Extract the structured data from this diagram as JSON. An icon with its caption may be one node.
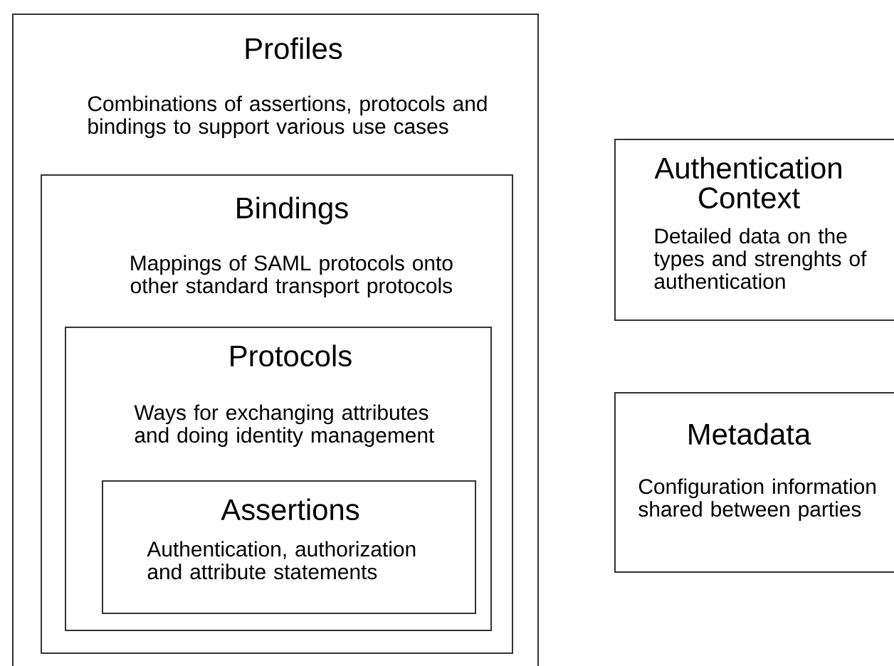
{
  "diagram": {
    "nodes": [
      {
        "text": [
          "Profiles",
          "Combinations of assertions, protocols and bindings to support various use cases"
        ]
      },
      {
        "text": [
          "Bindings",
          "Mappings of SAML protocols onto other standard transport protocols"
        ],
        "in": 0
      },
      {
        "text": [
          "Protocols",
          "Ways for exchanging attributes and doing identity management"
        ],
        "in": 1
      },
      {
        "text": [
          "Assertions",
          "Authentication, authorization and attribute statements"
        ],
        "in": 2
      },
      {
        "text": [
          "Authentication Context",
          "Detailed data on the types and strenghts of authentication"
        ]
      },
      {
        "text": [
          "Metadata",
          "Configuration information shared between parties"
        ]
      }
    ]
  }
}
